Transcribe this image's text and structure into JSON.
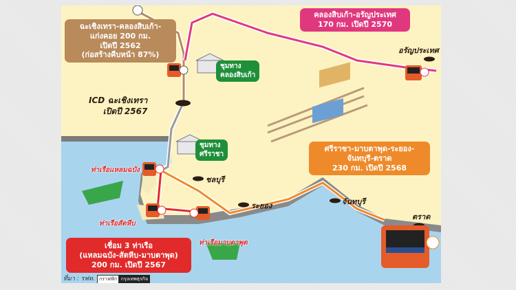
{
  "colors": {
    "land": "#fdf3c2",
    "sea": "#a9d4ee",
    "line_pink": "#e0387f",
    "line_orange": "#ee8a2a",
    "line_red": "#e12a2a",
    "line_brown": "#b98a5a",
    "depot_green": "#1f8f3a"
  },
  "routes": {
    "chachoengsao_khlongsipkao_kaengkhoi": {
      "line1": "ฉะเชิงเทรา-คลองสิบเก้า-",
      "line2": "แก่งคอย 200 กม.",
      "line3": "เปิดปี 2562",
      "line4": "(ก่อสร้างคืบหน้า 87%)"
    },
    "khlongsipkao_aranyaprathet": {
      "line1": "คลองสิบเก้า-อรัญประเทศ",
      "line2": "170 กม. เปิดปี 2570"
    },
    "sriracha_trat": {
      "line1": "ศรีราชา-มาบตาพุด-ระยอง-",
      "line2": "จันทบุรี-ตราด",
      "line3": "230 กม. เปิดปี 2568"
    },
    "three_ports": {
      "line1": "เชื่อม 3 ท่าเรือ",
      "line2": "(แหลมฉบัง-สัตหีบ-มาบตาพุด)",
      "line3": "200 กม. เปิดปี 2567"
    }
  },
  "depots": {
    "khlongsipkao": {
      "line1": "ชุมทาง",
      "line2": "คลองสิบเก้า"
    },
    "sriracha": {
      "line1": "ชุมทาง",
      "line2": "ศรีราชา"
    }
  },
  "places": {
    "icd_line1": "ICD ฉะเชิงเทรา",
    "icd_line2": "เปิดปี 2567",
    "aranyaprathet": "อรัญประเทศ",
    "chonburi": "ชลบุรี",
    "rayong": "ระยอง",
    "chanthaburi": "จันทบุรี",
    "trat": "ตราด"
  },
  "ports": {
    "laem_chabang": "ท่าเรือแหลมฉบัง",
    "sattahip": "ท่าเรือสัตหีบ",
    "map_ta_phut": "ท่าเรือมาบตาพุด"
  },
  "source": {
    "label": "ที่มา : รฟท.",
    "tag1": "กราฟฟิก",
    "tag2": "กรุงเทพธุรกิจ"
  }
}
